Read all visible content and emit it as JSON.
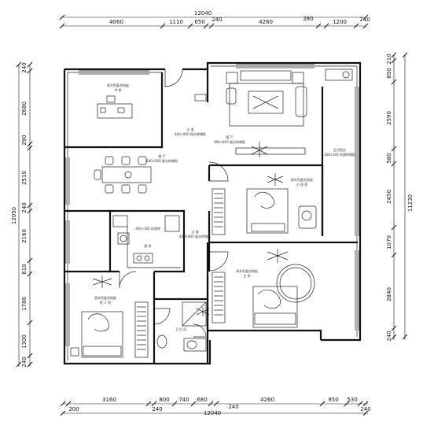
{
  "top_dimensions": {
    "overall": "12040",
    "segments": [
      "4060",
      "1110",
      "650",
      "240",
      "4260",
      "280",
      "1200",
      "240"
    ]
  },
  "bottom_dimensions": {
    "overall": "12040",
    "segments": [
      "200",
      "3160",
      "240",
      "800",
      "740",
      "680",
      "240",
      "4260",
      "950",
      "530",
      "240"
    ]
  },
  "left_dimensions": {
    "overall": "12050",
    "segments": [
      "240",
      "2680",
      "290",
      "2510",
      "240",
      "2160",
      "610",
      "1780",
      "1300",
      "240"
    ]
  },
  "right_dimensions": {
    "overall": "11230",
    "segments": [
      "210",
      "850",
      "2590",
      "580",
      "2450",
      "1070",
      "2840",
      "240"
    ]
  },
  "rooms": {
    "study": {
      "name": "书 房",
      "floor": "原木色复合地板"
    },
    "dining": {
      "name": "餐 厅",
      "floor": "800×800 抛光砖铺贴"
    },
    "living": {
      "name": "客 厅",
      "floor": "800×800 抛光砖铺贴"
    },
    "corridor": {
      "name": "过 道",
      "floor": "800×800 抛光砖铺贴"
    },
    "balcony": {
      "name": "生活阳台",
      "floor": "300×300 防滑砖铺贴"
    },
    "kitchen": {
      "name": "厨 房",
      "floor": "300×300 防滑砖"
    },
    "hall": {
      "name": "过 道",
      "floor": "800×800 抛光砖铺贴"
    },
    "kids_room": {
      "name": "小 孩 房",
      "floor": "原木色复合地板"
    },
    "master": {
      "name": "主 卧",
      "floor": "原木色复合地板"
    },
    "guest": {
      "name": "老 人 房",
      "floor": "原木色复合地板"
    },
    "bath": {
      "name": "卫 生 间"
    }
  }
}
